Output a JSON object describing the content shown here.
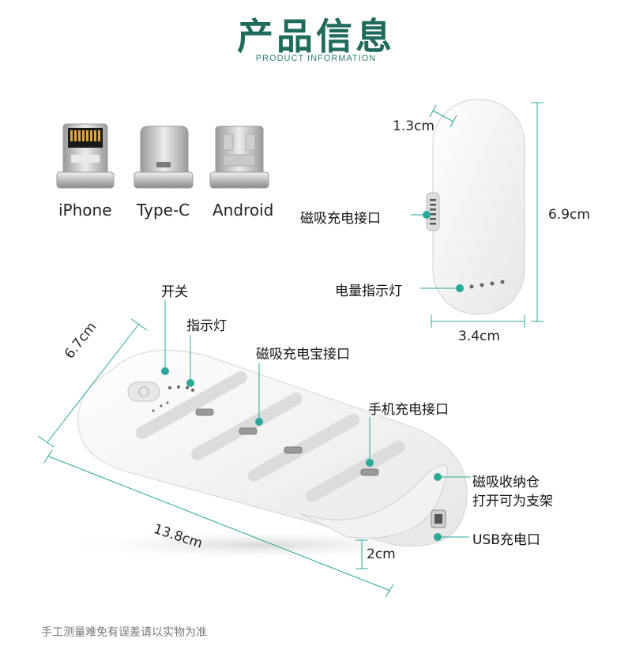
{
  "header": {
    "title": "产品信息",
    "subtitle": "PRODUCT INFORMATION"
  },
  "connectors": [
    {
      "name": "iPhone"
    },
    {
      "name": "Type-C"
    },
    {
      "name": "Android"
    }
  ],
  "side_view": {
    "thickness": "1.3cm",
    "height": "6.9cm",
    "width": "3.4cm",
    "magnetic_port_label": "磁吸充电接口",
    "battery_indicator_label": "电量指示灯"
  },
  "main_view": {
    "switch_label": "开关",
    "indicator_label": "指示灯",
    "magnetic_bank_port_label": "磁吸充电宝接口",
    "phone_port_label": "手机充电接口",
    "storage_label_line1": "磁吸收纳仓",
    "storage_label_line2": "打开可为支架",
    "usb_label": "USB充电口",
    "width": "6.7cm",
    "length": "13.8cm",
    "thickness": "2cm"
  },
  "footer": {
    "note": "手工测量难免有误差请以实物为准"
  },
  "colors": {
    "accent": "#1e6b5c",
    "callout": "#2aa89a"
  }
}
